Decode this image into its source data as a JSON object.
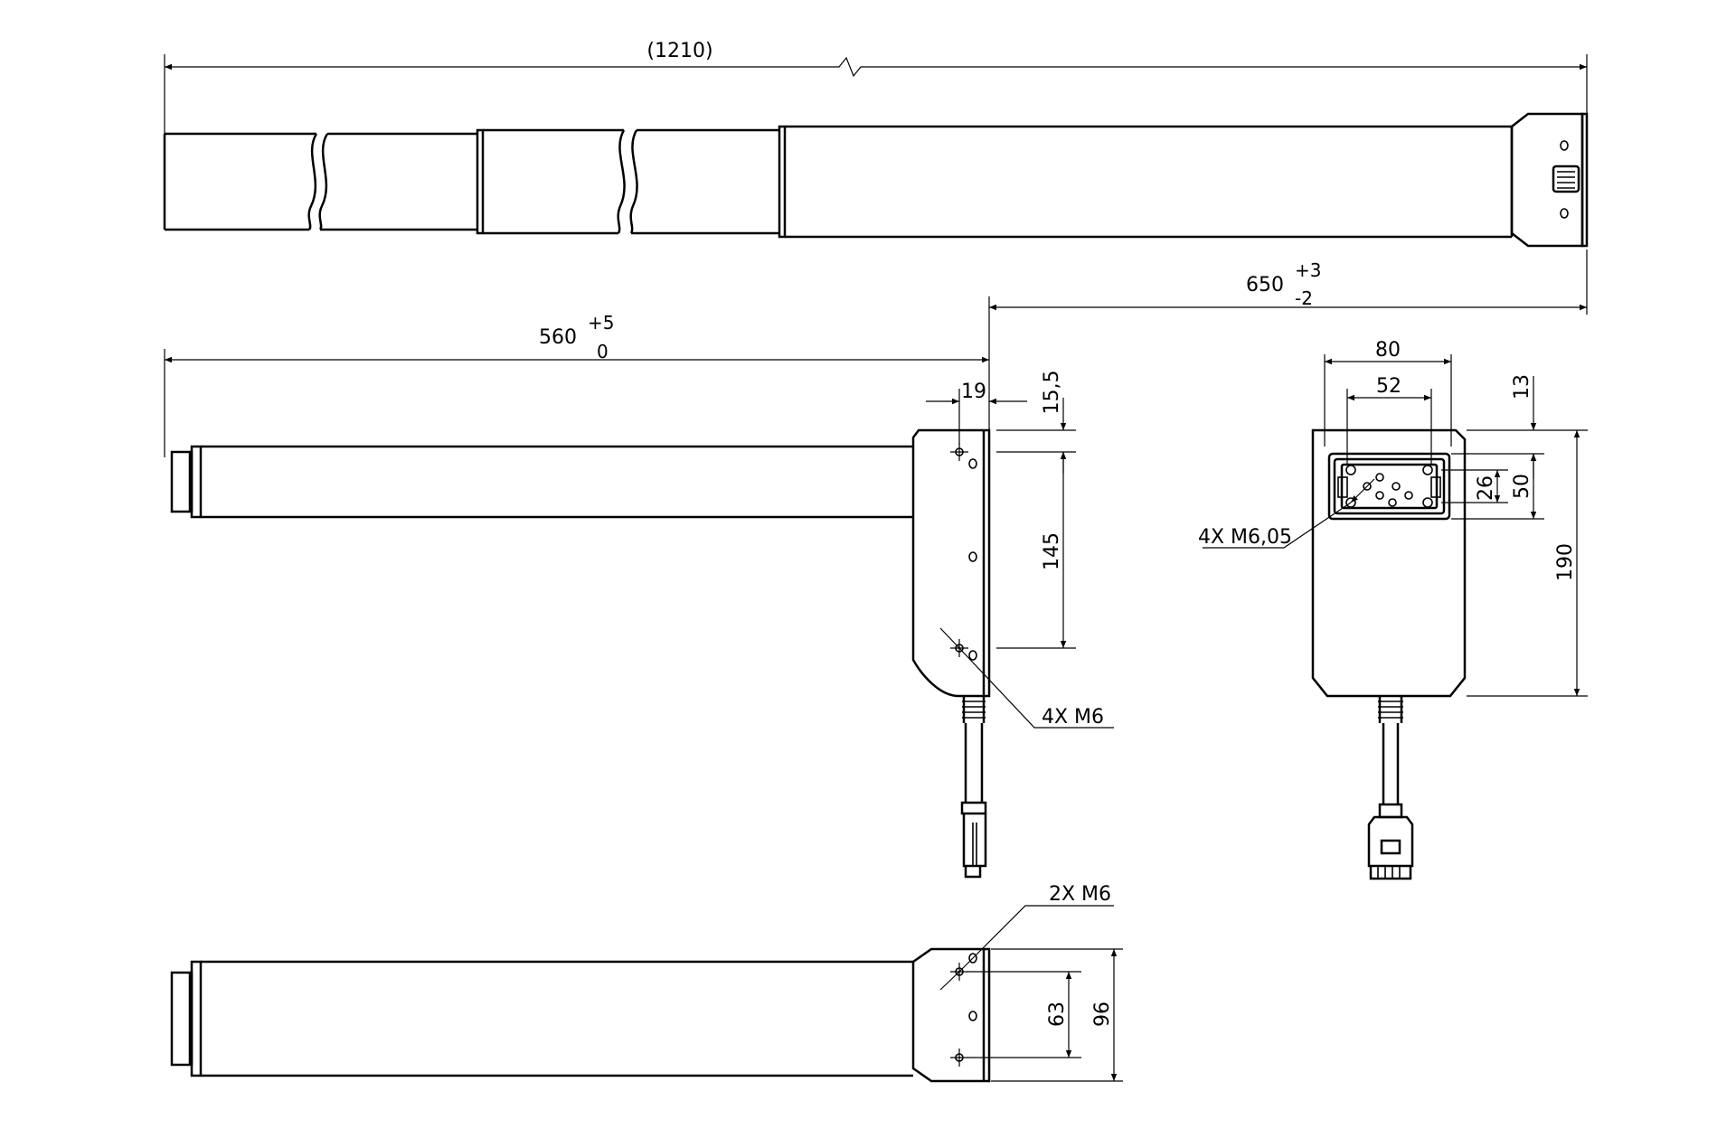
{
  "top_view": {
    "overall_length": "(1210)"
  },
  "side_view": {
    "stroke_length": {
      "nominal": "560",
      "upper_tol": "+5",
      "lower_tol": "0"
    },
    "retracted_length": {
      "nominal": "650",
      "upper_tol": "+3",
      "lower_tol": "-2"
    },
    "bracket_offset": "19",
    "top_offset": "15,5",
    "hole_spacing": "145",
    "hole_callout": "4X  M6"
  },
  "end_view": {
    "outer_width": "80",
    "inner_width": "52",
    "top_gap": "13",
    "hole_height": "26",
    "pocket_height": "50",
    "total_height": "190",
    "hole_callout": "4X  M6,05"
  },
  "bottom_view": {
    "hole_callout": "2X  M6",
    "hole_spacing": "63",
    "bracket_height": "96"
  }
}
